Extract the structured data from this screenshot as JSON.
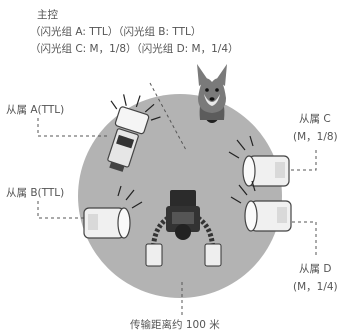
{
  "master": {
    "title": "主控",
    "line1": "（闪光组 A: TTL）（闪光组 B: TTL）",
    "line2": "（闪光组 C: M，1/8）（闪光组 D: M，1/4）"
  },
  "slave_a": {
    "label": "从属 A(TTL)"
  },
  "slave_b": {
    "label": "从属 B(TTL)"
  },
  "slave_c": {
    "label": "从属 C",
    "mode": "(M，1/8)"
  },
  "slave_d": {
    "label": "从属 D",
    "mode": "(M，1/4)"
  },
  "distance": {
    "label": "传输距离约 100 米"
  }
}
